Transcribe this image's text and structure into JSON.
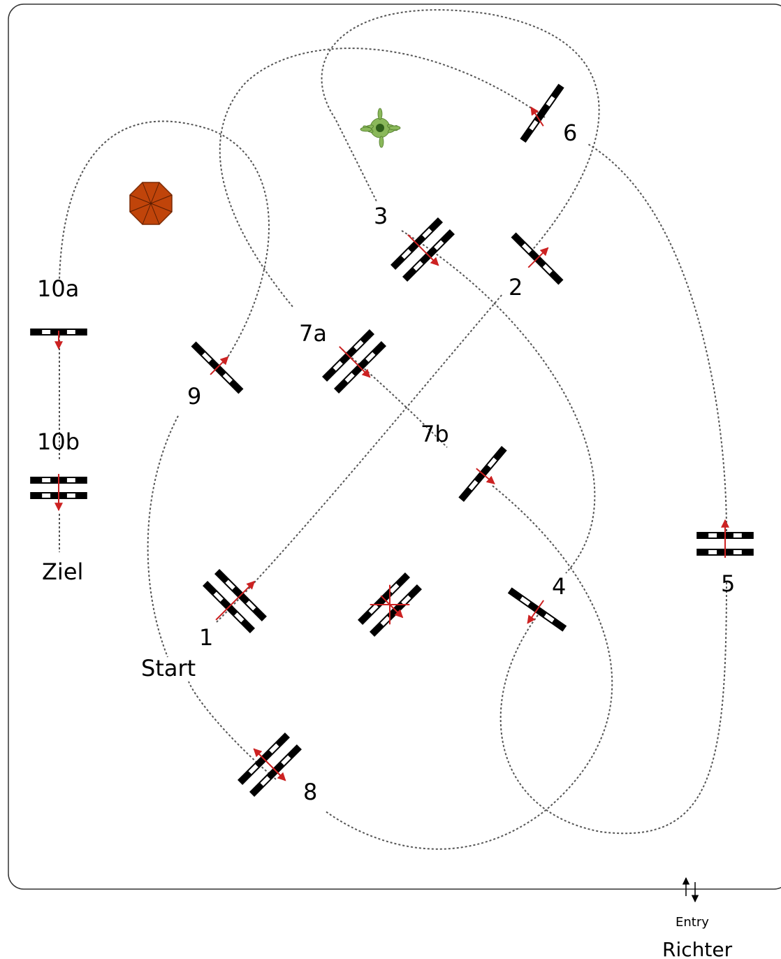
{
  "course": {
    "labels": {
      "start": "Start",
      "finish": "Ziel",
      "entry": "Entry",
      "judge": "Richter",
      "o1": "1",
      "o2": "2",
      "o3": "3",
      "o4": "4",
      "o5": "5",
      "o6": "6",
      "o7a": "7a",
      "o7b": "7b",
      "o8": "8",
      "o9": "9",
      "o10a": "10a",
      "o10b": "10b"
    },
    "colors": {
      "arena_border": "#333333",
      "path": "#555555",
      "pole_dark": "#000000",
      "pole_light": "#ffffff",
      "direction_arrow": "#cc2222",
      "umbrella": "#c0440a",
      "plant": "#7fb04a"
    },
    "decorations": [
      "umbrella-icon",
      "plant-icon",
      "entry-arrows-icon"
    ]
  }
}
